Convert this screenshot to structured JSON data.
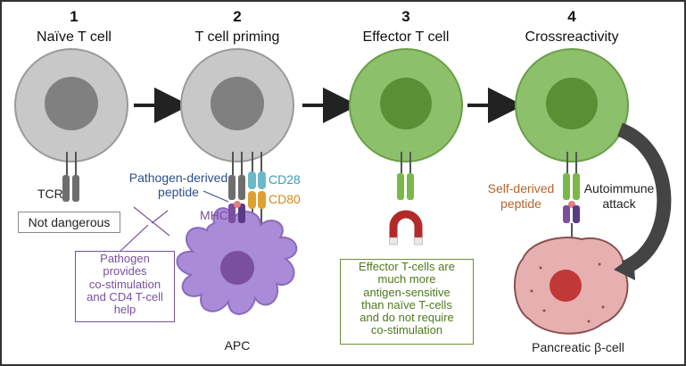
{
  "steps": [
    {
      "number": "1",
      "title": "Naïve T cell"
    },
    {
      "number": "2",
      "title": "T cell priming"
    },
    {
      "number": "3",
      "title": "Effector T cell"
    },
    {
      "number": "4",
      "title": "Crossreactivity"
    }
  ],
  "labels": {
    "tcr": "TCR",
    "not_dangerous": "Not dangerous",
    "pathogen_peptide_line1": "Pathogen-derived",
    "pathogen_peptide_line2": "peptide",
    "cd28": "CD28",
    "cd80": "CD80",
    "mhc": "MHC",
    "apc": "APC",
    "self_peptide_line1": "Self-derived",
    "self_peptide_line2": "peptide",
    "autoimmune_line1": "Autoimmune",
    "autoimmune_line2": "attack",
    "pancreatic_cell": "Pancreatic β-cell"
  },
  "boxes": {
    "pathogen_note": [
      "Pathogen",
      "provides",
      "co-stimulation",
      "and CD4 T-cell",
      "help"
    ],
    "effector_note": [
      "Effector T-cells are",
      "much more",
      "antigen-sensitive",
      "than naïve T-cells",
      "and do not require",
      "co-stimulation"
    ]
  },
  "colors": {
    "naive_cell": "#c8c8c8",
    "effector_cell": "#8cc06a",
    "apc": "#a98bd8",
    "cd28": "#6bb8c8",
    "cd80": "#e0a030",
    "mhc": "#7a4fa0",
    "peptide_text": "#2b4e8c",
    "self_peptide_text": "#b5652a",
    "pancreatic_cell": "#e6b0b0",
    "pathogen_box": "#7a4fa0",
    "effector_box": "#6b8f3a"
  }
}
